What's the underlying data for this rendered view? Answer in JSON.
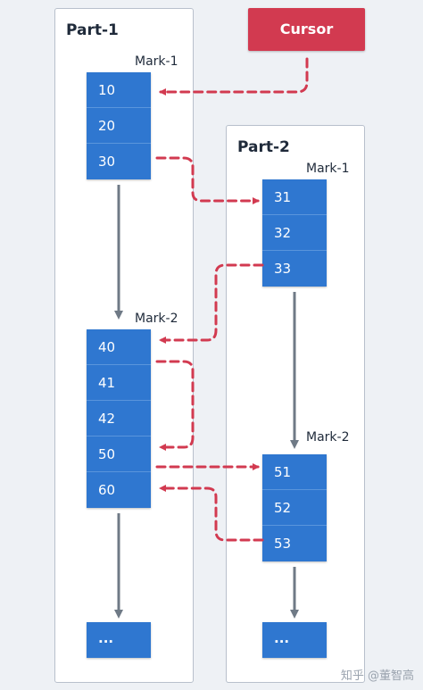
{
  "part1": {
    "title": "Part-1",
    "mark1": {
      "label": "Mark-1",
      "values": [
        "10",
        "20",
        "30"
      ]
    },
    "mark2": {
      "label": "Mark-2",
      "values": [
        "40",
        "41",
        "42",
        "50",
        "60"
      ]
    },
    "ellipsis": "..."
  },
  "part2": {
    "title": "Part-2",
    "mark1": {
      "label": "Mark-1",
      "values": [
        "31",
        "32",
        "33"
      ]
    },
    "mark2": {
      "label": "Mark-2",
      "values": [
        "51",
        "52",
        "53"
      ]
    },
    "ellipsis": "..."
  },
  "cursor": {
    "label": "Cursor"
  },
  "watermark": "知乎 @董智高",
  "colors": {
    "block": "#2f77d0",
    "cursor": "#d23a50",
    "dashed_arrow": "#d23a50",
    "solid_arrow": "#6f7a86"
  }
}
